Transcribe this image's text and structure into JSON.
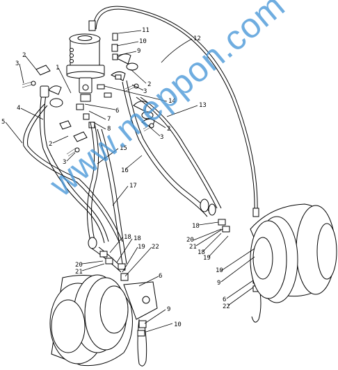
{
  "watermark": "www.meppon.com",
  "callouts": [
    {
      "id": "c11a",
      "text": "11"
    },
    {
      "id": "c10a",
      "text": "10"
    },
    {
      "id": "c9a",
      "text": "9"
    },
    {
      "id": "c12",
      "text": "12"
    },
    {
      "id": "c2a",
      "text": "2"
    },
    {
      "id": "c3a",
      "text": "3"
    },
    {
      "id": "c1",
      "text": "1"
    },
    {
      "id": "c2b",
      "text": "2"
    },
    {
      "id": "c3b",
      "text": "3"
    },
    {
      "id": "c14",
      "text": "14"
    },
    {
      "id": "c4",
      "text": "4"
    },
    {
      "id": "c6a",
      "text": "6"
    },
    {
      "id": "c13",
      "text": "13"
    },
    {
      "id": "c7",
      "text": "7"
    },
    {
      "id": "c8",
      "text": "8"
    },
    {
      "id": "c2c",
      "text": "2"
    },
    {
      "id": "c5",
      "text": "5"
    },
    {
      "id": "c2d",
      "text": "2"
    },
    {
      "id": "c3c",
      "text": "3"
    },
    {
      "id": "c3d",
      "text": "3"
    },
    {
      "id": "c15",
      "text": "15"
    },
    {
      "id": "c16",
      "text": "16"
    },
    {
      "id": "c17",
      "text": "17"
    },
    {
      "id": "c18a",
      "text": "18"
    },
    {
      "id": "c20a",
      "text": "20"
    },
    {
      "id": "c21a",
      "text": "21"
    },
    {
      "id": "c18b",
      "text": "18"
    },
    {
      "id": "c19a",
      "text": "19"
    },
    {
      "id": "c18c",
      "text": "18"
    },
    {
      "id": "c18d",
      "text": "18"
    },
    {
      "id": "c19b",
      "text": "19"
    },
    {
      "id": "c22a",
      "text": "22"
    },
    {
      "id": "c20b",
      "text": "20"
    },
    {
      "id": "c21b",
      "text": "21"
    },
    {
      "id": "c6b",
      "text": "6"
    },
    {
      "id": "c10b",
      "text": "10"
    },
    {
      "id": "c9b",
      "text": "9"
    },
    {
      "id": "c6c",
      "text": "6"
    },
    {
      "id": "c22b",
      "text": "22"
    },
    {
      "id": "c9c",
      "text": "9"
    },
    {
      "id": "c10c",
      "text": "10"
    }
  ]
}
